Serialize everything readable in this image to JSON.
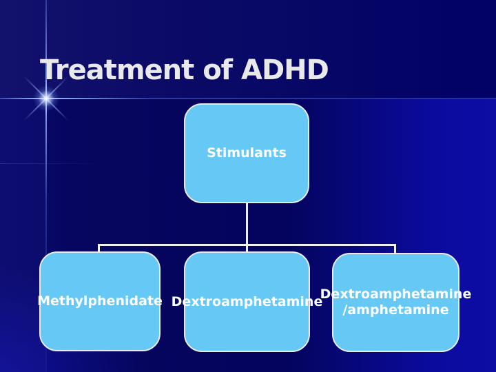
{
  "slide": {
    "title": "Treatment of ADHD"
  },
  "diagram": {
    "root": {
      "label": "Stimulants"
    },
    "children": [
      {
        "label": "Methylphenidate"
      },
      {
        "label": "Dextroamphetamine"
      },
      {
        "label": "Dextroamphetamine /amphetamine",
        "lines": [
          "Dextroamphetamine",
          "/amphetamine"
        ]
      }
    ]
  },
  "colors": {
    "background_navy": "#05055e",
    "background_bright_blue": "#0b0ba0",
    "top_band_navy": "#0a0a66",
    "node_fill": "#65c8f5",
    "node_border": "#ebebeb",
    "node_text": "#ffffff",
    "title_text": "#e9e9ec",
    "connector": "#f0f0f0",
    "flare": "#aac4ff"
  }
}
